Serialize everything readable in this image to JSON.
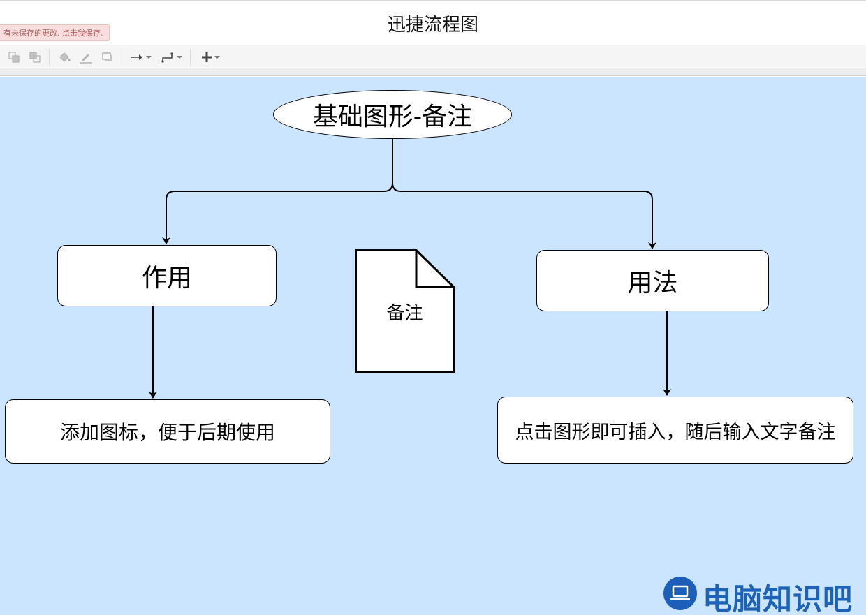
{
  "app": {
    "title": "迅捷流程图"
  },
  "notice": {
    "unsaved_text": "有未保存的更改. 点击我保存."
  },
  "toolbar": {
    "items": [
      {
        "icon": "to-front-icon"
      },
      {
        "icon": "to-back-icon"
      },
      {
        "icon": "fill-color-icon"
      },
      {
        "icon": "line-color-icon"
      },
      {
        "icon": "shadow-icon"
      },
      {
        "icon": "connection-arrow-icon"
      },
      {
        "icon": "waypoint-icon"
      },
      {
        "icon": "insert-plus-icon"
      }
    ]
  },
  "diagram": {
    "root": "基础图形-备注",
    "left_branch": "作用",
    "right_branch": "用法",
    "note": "备注",
    "left_detail": "添加图标，便于后期使用",
    "right_detail": "点击图形即可插入，随后输入文字备注",
    "colors": {
      "canvas": "#cce5ff",
      "shape_fill": "#ffffff",
      "stroke": "#000000"
    }
  },
  "watermark": {
    "text": "电脑知识吧",
    "icon": "laptop-icon"
  }
}
